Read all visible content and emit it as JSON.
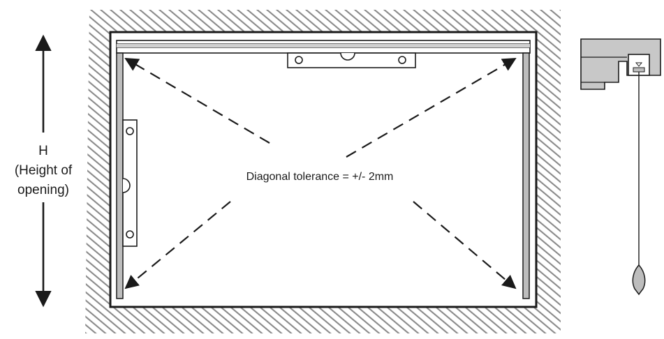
{
  "height_label": {
    "letter": "H",
    "line1": "(Height of",
    "line2": "opening)"
  },
  "diagonal_label": "Diagonal tolerance = +/- 2mm",
  "colors": {
    "hatch": "#8a8a8a",
    "frame": "#1a1a1a",
    "profile_fill": "#bdbdbd",
    "detail_fill": "#c8c8c8"
  },
  "icons": {
    "level_top": "spirit-level-icon",
    "level_side": "spirit-level-icon",
    "plumb": "plumb-bob-icon",
    "track_section": "track-cross-section-icon"
  }
}
